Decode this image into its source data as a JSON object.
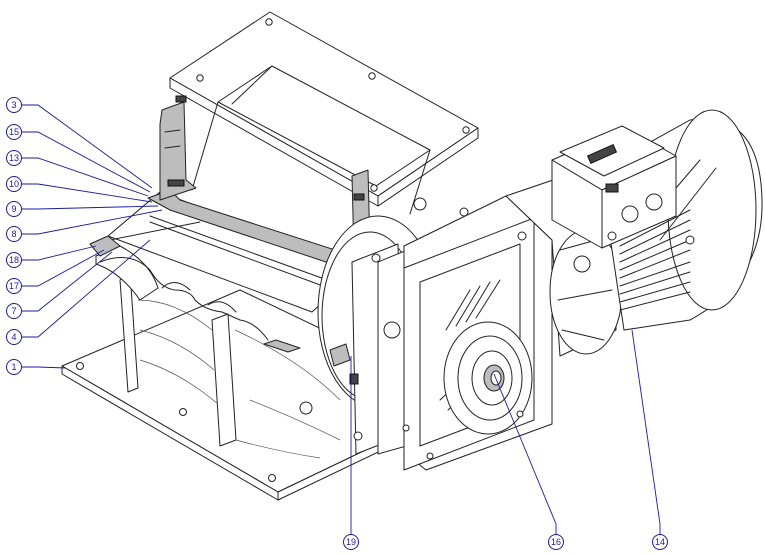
{
  "callouts": [
    {
      "id": "c3",
      "label": "3"
    },
    {
      "id": "c15",
      "label": "15"
    },
    {
      "id": "c13",
      "label": "13"
    },
    {
      "id": "c10",
      "label": "10"
    },
    {
      "id": "c9",
      "label": "9"
    },
    {
      "id": "c8",
      "label": "8"
    },
    {
      "id": "c18",
      "label": "18"
    },
    {
      "id": "c17",
      "label": "17"
    },
    {
      "id": "c7",
      "label": "7"
    },
    {
      "id": "c4",
      "label": "4"
    },
    {
      "id": "c1",
      "label": "1"
    },
    {
      "id": "c19",
      "label": "19"
    },
    {
      "id": "c16",
      "label": "16"
    },
    {
      "id": "c14",
      "label": "14"
    }
  ],
  "colors": {
    "callout": "#1a1aa8",
    "section_fill": "#bdbdbd",
    "line": "#222222"
  }
}
